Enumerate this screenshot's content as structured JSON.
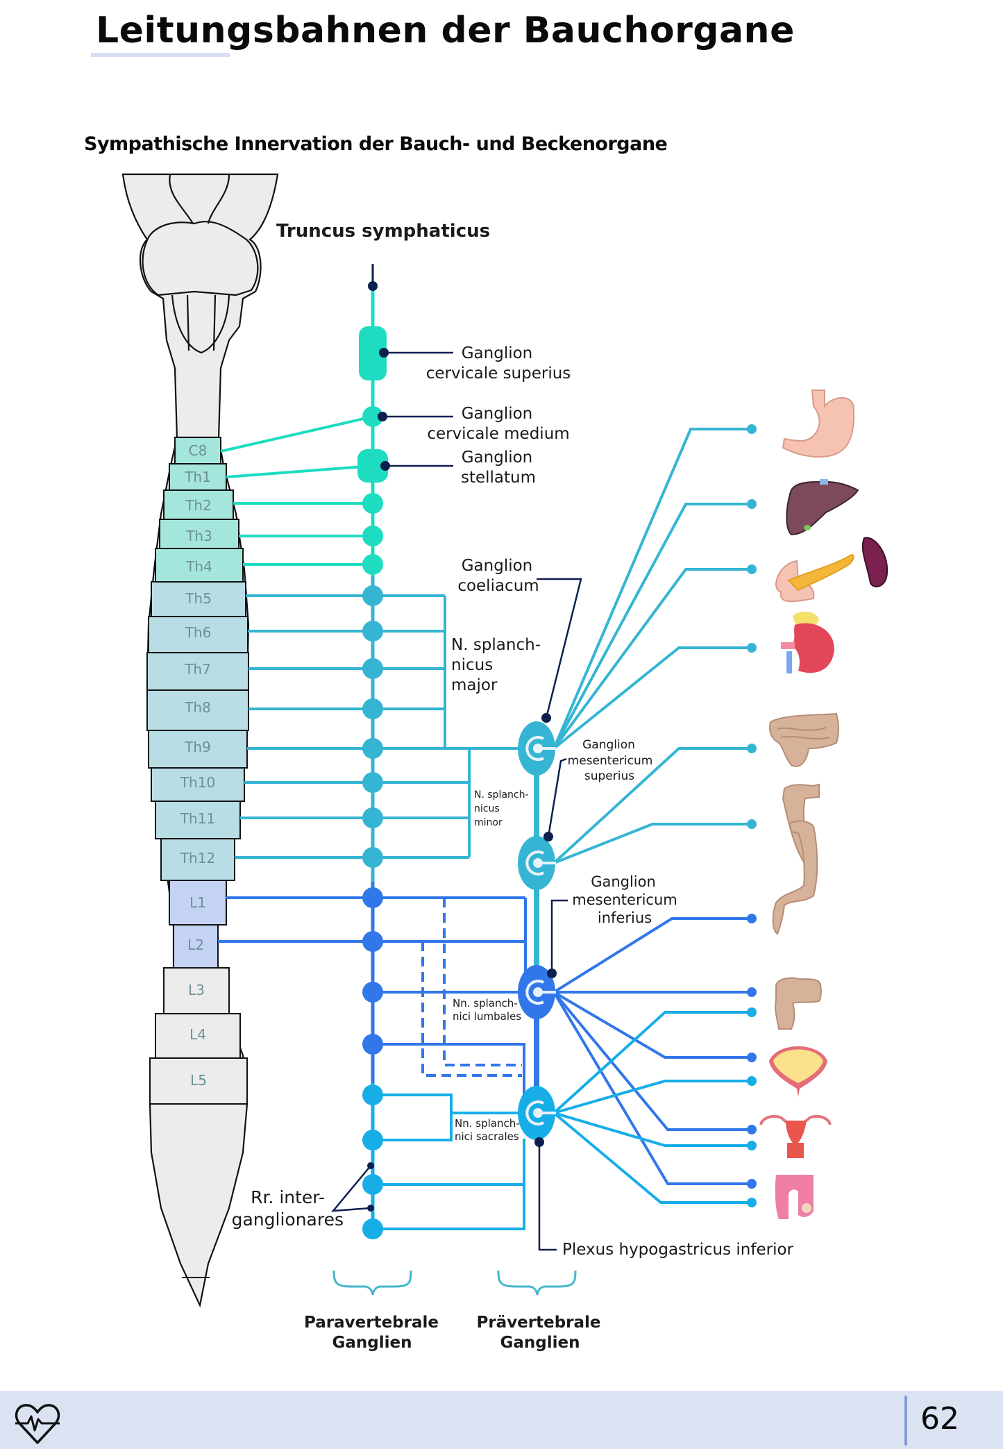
{
  "page": {
    "title": "Leitungsbahnen der Bauchorgane",
    "subtitle": "Sympathische Innervation der Bauch- und Beckenorgane",
    "page_number": "62",
    "footer_icon": "heartbeat-icon"
  },
  "colors": {
    "cervical": "#1ddcc0",
    "thoracic": "#35b5d3",
    "lumbar": "#3277ea",
    "sacral": "#17aee8",
    "pointer": "#0d1f4f",
    "segment_cervical_fill": "#a5e6dc",
    "segment_thoracic_fill": "#b9dde5",
    "segment_lumbar_fill": "#c4d3f3",
    "spine_fill": "#ececec",
    "footer_bg": "#dbe3f3"
  },
  "diagram": {
    "trunk_label": "Truncus symphaticus",
    "segments": [
      "C8",
      "Th1",
      "Th2",
      "Th3",
      "Th4",
      "Th5",
      "Th6",
      "Th7",
      "Th8",
      "Th9",
      "Th10",
      "Th11",
      "Th12",
      "L1",
      "L2",
      "L3",
      "L4",
      "L5"
    ],
    "ganglion_labels": {
      "cervicale_superius": [
        "Ganglion",
        "cervicale superius"
      ],
      "cervicale_medium": [
        "Ganglion",
        "cervicale medium"
      ],
      "stellatum": [
        "Ganglion",
        "stellatum"
      ],
      "coeliacum": [
        "Ganglion",
        "coeliacum"
      ],
      "mesentericum_superius": [
        "Ganglion",
        "mesentericum",
        "superius"
      ],
      "mesentericum_inferius": [
        "Ganglion",
        "mesentericum",
        "inferius"
      ],
      "plexus_hypogastricus": "Plexus hypogastricus inferior"
    },
    "nerve_labels": {
      "splanchnicus_major": [
        "N. splanch-",
        "nicus",
        "major"
      ],
      "splanchnicus_minor": [
        "N. splanch-",
        "nicus",
        "minor"
      ],
      "splanchnici_lumbales": [
        "Nn. splanch-",
        "nici lumbales"
      ],
      "splanchnici_sacrales": [
        "Nn. splanch-",
        "nici sacrales"
      ],
      "rr_interganglionares": [
        "Rr. inter-",
        "ganglionares"
      ]
    },
    "brace_labels": {
      "paravertebral": [
        "Paravertebrale",
        "Ganglien"
      ],
      "prevertebral": [
        "Prävertebrale",
        "Ganglien"
      ]
    },
    "organs": [
      "stomach",
      "liver",
      "pancreas",
      "spleen",
      "kidney-adrenal",
      "small-intestine",
      "colon-ascending",
      "colon-descending",
      "rectum",
      "bladder",
      "uterus",
      "male-genitals"
    ]
  }
}
